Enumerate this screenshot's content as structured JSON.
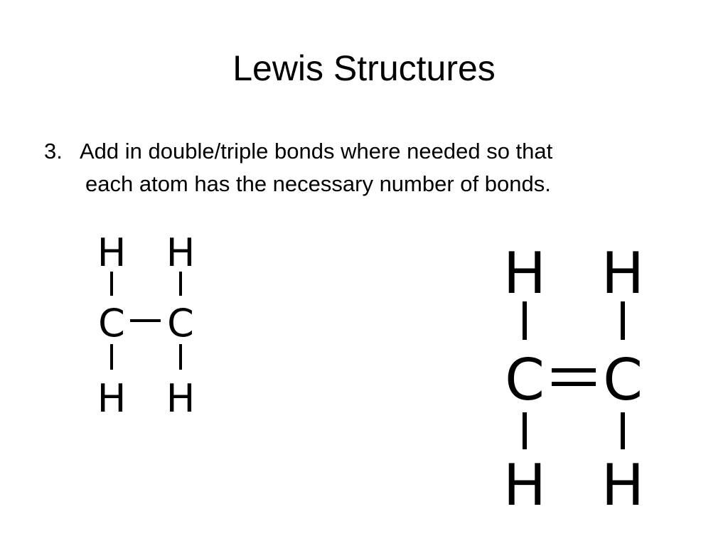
{
  "slide": {
    "title": "Lewis Structures",
    "step_number": "3.",
    "step_text_line1": "Add in double/triple bonds where needed so that",
    "step_text_line2": "each atom has the necessary number of bonds."
  },
  "structures": {
    "single_bond": {
      "atoms": [
        "H",
        "H",
        "C",
        "C",
        "H",
        "H"
      ],
      "bond_type": "single"
    },
    "double_bond": {
      "atoms": [
        "H",
        "H",
        "C",
        "C",
        "H",
        "H"
      ],
      "bond_type": "double"
    }
  }
}
